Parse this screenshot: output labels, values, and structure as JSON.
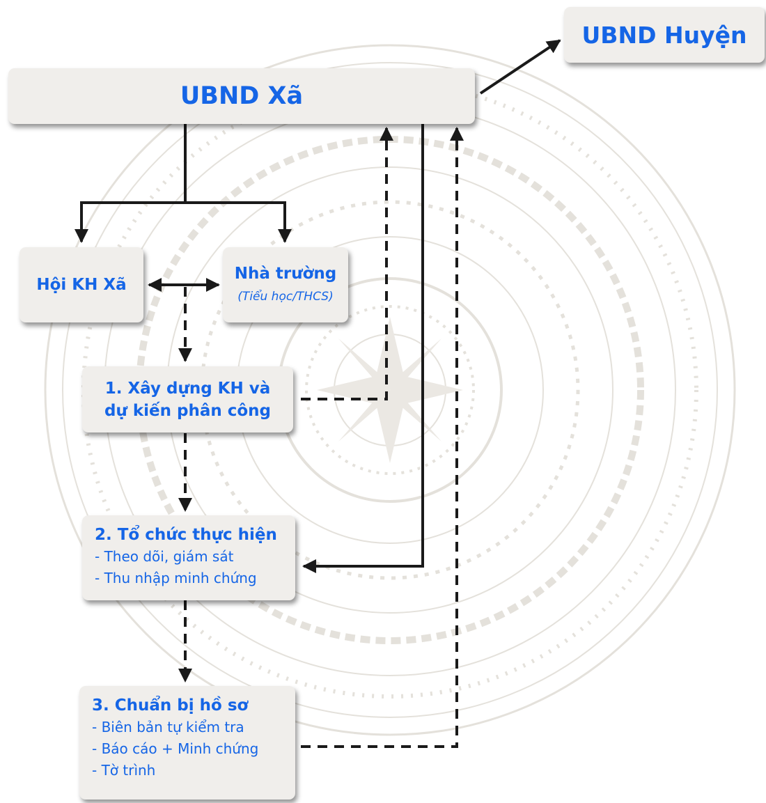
{
  "colors": {
    "box_fill": "#f0eeeb",
    "text_blue": "#1565e6",
    "line": "#1a1a1a",
    "watermark": "#e4e1db"
  },
  "nodes": {
    "ubnd_huyen": "UBND Huyện",
    "ubnd_xa": "UBND Xã",
    "hoi_kh_xa": "Hội KH Xã",
    "nha_truong": {
      "name": "Nhà trường",
      "sub": "(Tiểu học/THCS)"
    },
    "step1": {
      "line1": "1. Xây dựng KH và",
      "line2": "dự kiến phân công"
    },
    "step2": {
      "title": "2. Tổ chức thực hiện",
      "items": [
        "- Theo dõi, giám sát",
        "- Thu nhập minh chứng"
      ]
    },
    "step3": {
      "title": "3. Chuẩn bị hồ sơ",
      "items": [
        "- Biên bản tự kiểm tra",
        "- Báo cáo + Minh chứng",
        "- Tờ trình"
      ]
    }
  },
  "edges": [
    {
      "from": "ubnd_xa",
      "to": "ubnd_huyen",
      "style": "solid"
    },
    {
      "from": "ubnd_xa",
      "to": "hoi_kh_xa",
      "style": "solid"
    },
    {
      "from": "ubnd_xa",
      "to": "nha_truong",
      "style": "solid"
    },
    {
      "from": "hoi_kh_xa",
      "to": "nha_truong",
      "style": "solid-bidirectional"
    },
    {
      "from": "hoi_kh_xa",
      "to": "step1",
      "style": "dashed"
    },
    {
      "from": "step1",
      "to": "step2",
      "style": "dashed"
    },
    {
      "from": "step2",
      "to": "step3",
      "style": "dashed"
    },
    {
      "from": "step1",
      "to": "ubnd_xa",
      "style": "dashed"
    },
    {
      "from": "ubnd_xa",
      "to": "step2",
      "style": "solid"
    },
    {
      "from": "step3",
      "to": "ubnd_xa",
      "style": "dashed"
    }
  ]
}
